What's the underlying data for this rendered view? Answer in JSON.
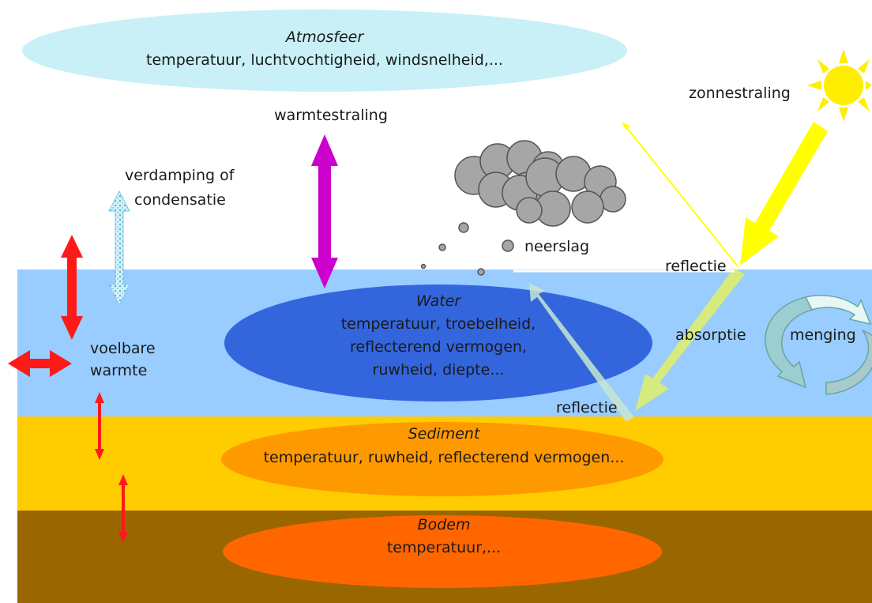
{
  "atmosphere": {
    "title": "Atmosfeer",
    "properties": "temperatuur, luchtvochtigheid, windsnelheid,...",
    "color": "#c8f0f6"
  },
  "water": {
    "title": "Water",
    "properties_lines": [
      "temperatuur, troebelheid,",
      "reflecterend vermogen,",
      "ruwheid, diepte..."
    ],
    "layer_color": "#99ccff",
    "ellipse_color": "#3366dd"
  },
  "sediment": {
    "title": "Sediment",
    "properties": "temperatuur, ruwheid, reflecterend vermogen...",
    "layer_color": "#ffcc00",
    "ellipse_color": "#ff9900"
  },
  "bodem": {
    "title": "Bodem",
    "properties": "temperatuur,...",
    "layer_color": "#996600",
    "ellipse_color": "#ff6600"
  },
  "labels": {
    "warmtestraling": "warmtestraling",
    "verdamping_lines": [
      "verdamping of",
      "condensatie"
    ],
    "voelbare_lines": [
      "voelbare",
      "warmte"
    ],
    "zonnestraling": "zonnestraling",
    "neerslag": "neerslag",
    "reflectie_surface": "reflectie",
    "absorptie": "absorptie",
    "reflectie_bottom": "reflectie",
    "menging": "menging"
  },
  "colors": {
    "heat_arrow": "#ff1a1a",
    "radiation_arrow": "#cc00cc",
    "sun": "#ffee00",
    "sun_arrow": "#ffff00",
    "cloud": "#a6a6a6",
    "evaporation_arrow": "#a8e0f0",
    "mixing_arrow": "#c4ece6"
  },
  "icons": [
    "sun-icon",
    "cloud-icon",
    "mixing-cycle-icon"
  ]
}
